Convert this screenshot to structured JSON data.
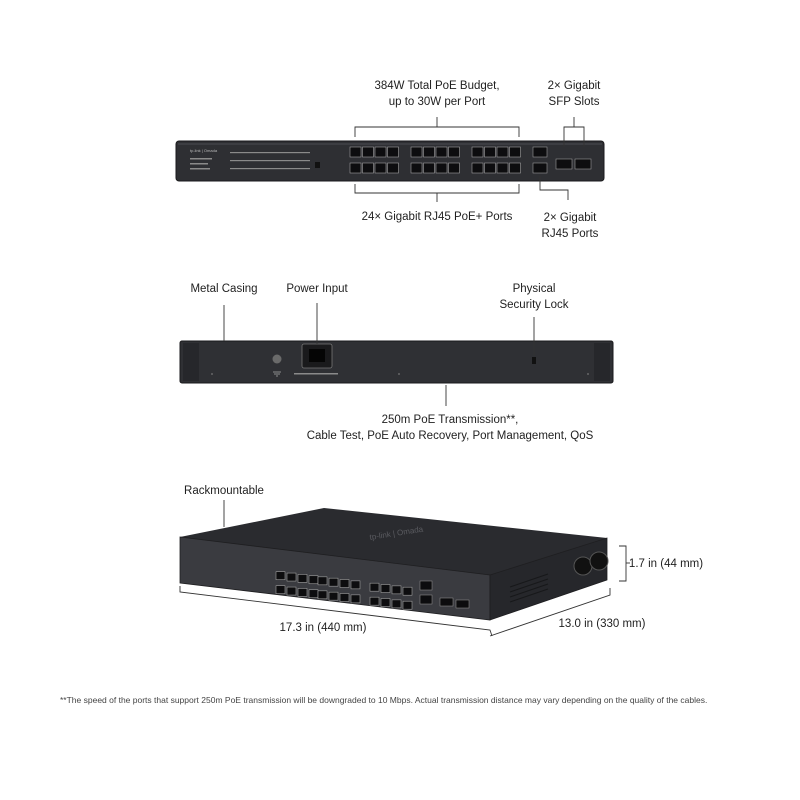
{
  "front": {
    "poe_budget": [
      "384W Total PoE Budget,",
      "up to 30W per Port"
    ],
    "sfp_slots": [
      "2× Gigabit",
      "SFP Slots"
    ],
    "rj45_poe_ports": "24× Gigabit RJ45 PoE+ Ports",
    "rj45_ports": [
      "2× Gigabit",
      "RJ45 Ports"
    ],
    "faceplate_brand": "tp-link | Omada"
  },
  "rear": {
    "metal_casing": "Metal Casing",
    "power_input": "Power Input",
    "security_lock": [
      "Physical",
      "Security Lock"
    ],
    "features": [
      "250m PoE Transmission**,",
      "Cable Test, PoE Auto Recovery, Port Management, QoS"
    ]
  },
  "iso": {
    "rackmountable": "Rackmountable",
    "height": "1.7 in (44 mm)",
    "width": "17.3 in (440 mm)",
    "depth": "13.0  in (330 mm)",
    "top_logo": "tp-link | Omada"
  },
  "footnote": "**The speed of the ports that support 250m PoE transmission will be downgraded to 10 Mbps. Actual transmission distance may vary depending on the quality of the cables."
}
